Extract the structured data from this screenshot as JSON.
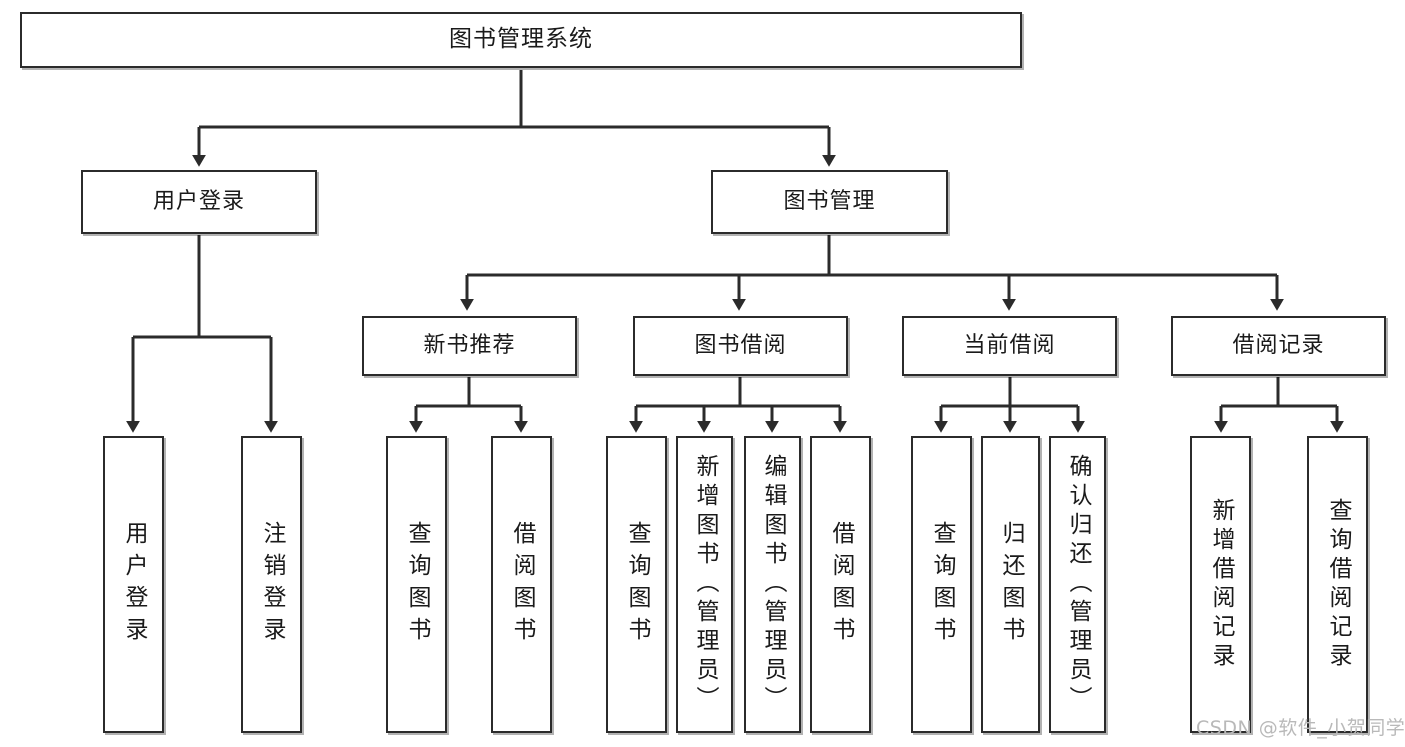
{
  "diagram": {
    "title": "图书管理系统",
    "type": "tree",
    "stroke_color": "#2b2b2b",
    "fill_color": "#ffffff",
    "text_color": "#1a1a1a"
  },
  "nodes": {
    "root": {
      "label": "图书管理系统"
    },
    "level2": [
      {
        "id": "user-login",
        "label": "用户登录"
      },
      {
        "id": "book-manage",
        "label": "图书管理"
      }
    ],
    "level3": [
      {
        "id": "new-book-recommend",
        "label": "新书推荐"
      },
      {
        "id": "book-borrow",
        "label": "图书借阅"
      },
      {
        "id": "current-borrow",
        "label": "当前借阅"
      },
      {
        "id": "borrow-record",
        "label": "借阅记录"
      }
    ],
    "leaves": [
      {
        "id": "leaf-user-login",
        "label": "用户登录",
        "parent": "user-login"
      },
      {
        "id": "leaf-user-logout",
        "label": "注销登录",
        "parent": "user-login"
      },
      {
        "id": "leaf-query-book-1",
        "label": "查询图书",
        "parent": "new-book-recommend"
      },
      {
        "id": "leaf-borrow-book-1",
        "label": "借阅图书",
        "parent": "new-book-recommend"
      },
      {
        "id": "leaf-query-book-2",
        "label": "查询图书",
        "parent": "book-borrow"
      },
      {
        "id": "leaf-add-book",
        "label": "新增图书（管理员）",
        "parent": "book-borrow"
      },
      {
        "id": "leaf-edit-book",
        "label": "编辑图书（管理员）",
        "parent": "book-borrow"
      },
      {
        "id": "leaf-borrow-book-2",
        "label": "借阅图书",
        "parent": "book-borrow"
      },
      {
        "id": "leaf-query-book-3",
        "label": "查询图书",
        "parent": "current-borrow"
      },
      {
        "id": "leaf-return-book",
        "label": "归还图书",
        "parent": "current-borrow"
      },
      {
        "id": "leaf-confirm-return",
        "label": "确认归还（管理员）",
        "parent": "current-borrow"
      },
      {
        "id": "leaf-add-record",
        "label": "新增借阅记录",
        "parent": "borrow-record"
      },
      {
        "id": "leaf-query-record",
        "label": "查询借阅记录",
        "parent": "borrow-record"
      }
    ]
  },
  "watermark": {
    "text": "CSDN @软件_小贺同学"
  }
}
